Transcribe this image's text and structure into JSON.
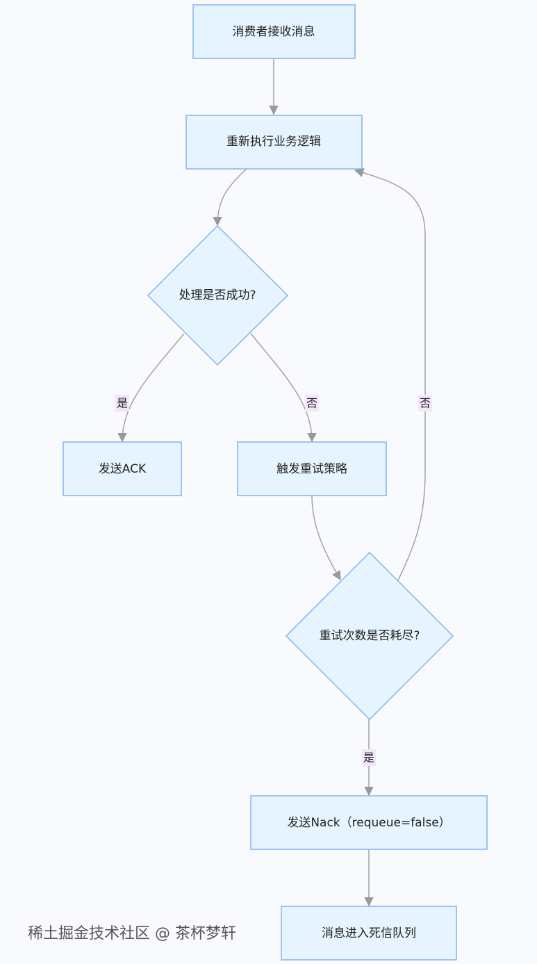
{
  "nodes": {
    "receive": "消费者接收消息",
    "execute": "重新执行业务逻辑",
    "success_check": "处理是否成功?",
    "send_ack": "发送ACK",
    "retry": "触发重试策略",
    "retry_exhausted": "重试次数是否耗尽?",
    "send_nack": "发送Nack（requeue=false）",
    "dead_letter": "消息进入死信队列"
  },
  "edge_labels": {
    "success_yes": "是",
    "success_no": "否",
    "exhausted_no": "否",
    "exhausted_yes": "是"
  },
  "watermark": "稀土掘金技术社区 @ 茶杯梦轩",
  "colors": {
    "node_fill": "#e5f4fe",
    "node_stroke": "#84b3ee",
    "edge": "#a3a3a3",
    "label_bg": "#f1e6fa"
  }
}
